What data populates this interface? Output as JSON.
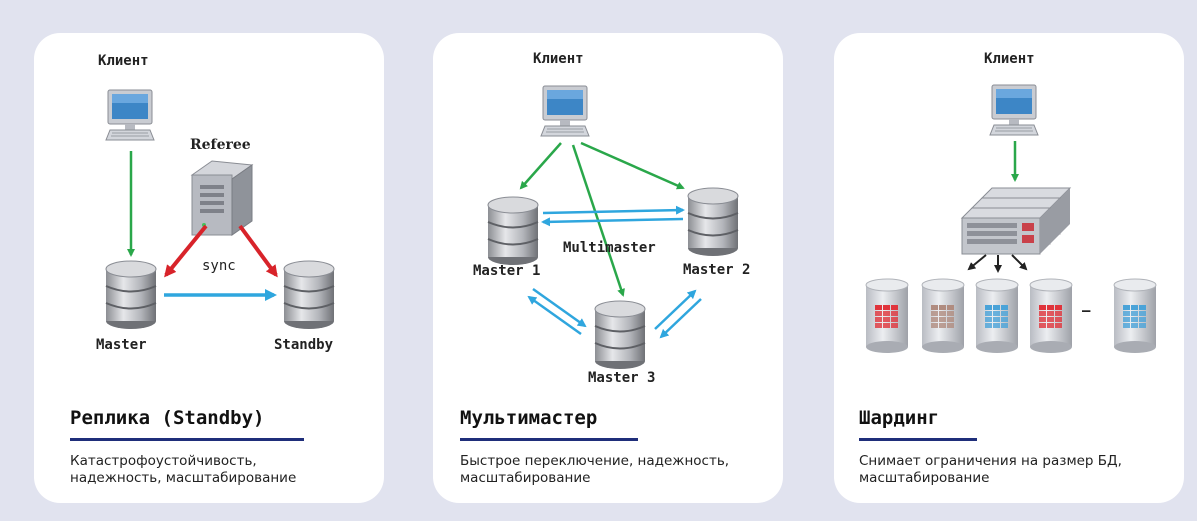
{
  "panels": [
    {
      "title": "Реплика (Standby)",
      "description_line1": "Катастрофоустойчивость,",
      "description_line2": "надежность, масштабирование",
      "labels": {
        "client": "Клиент",
        "referee": "Referee",
        "sync": "sync",
        "master": "Master",
        "standby": "Standby"
      }
    },
    {
      "title": "Мультимастер",
      "description_line1": "Быстрое переключение, надежность,",
      "description_line2": "масштабирование",
      "labels": {
        "client": "Клиент",
        "multimaster": "Multimaster",
        "master1": "Master 1",
        "master2": "Master 2",
        "master3": "Master 3"
      }
    },
    {
      "title": "Шардинг",
      "description_line1": "Снимает ограничения на размер БД,",
      "description_line2": "масштабирование",
      "labels": {
        "client": "Клиент",
        "ellipsis": "–"
      }
    }
  ],
  "colors": {
    "client_arrow": "#2aa74a",
    "referee_arrow": "#d8232a",
    "replication_arrow": "#2fa6de",
    "title_rule": "#1f2e7a",
    "panel_bg": "#ffffff",
    "page_bg": "#e1e3ef"
  },
  "icons": [
    "computer-icon",
    "server-icon",
    "database-icon",
    "server-rack-icon",
    "db-shard-icon"
  ]
}
